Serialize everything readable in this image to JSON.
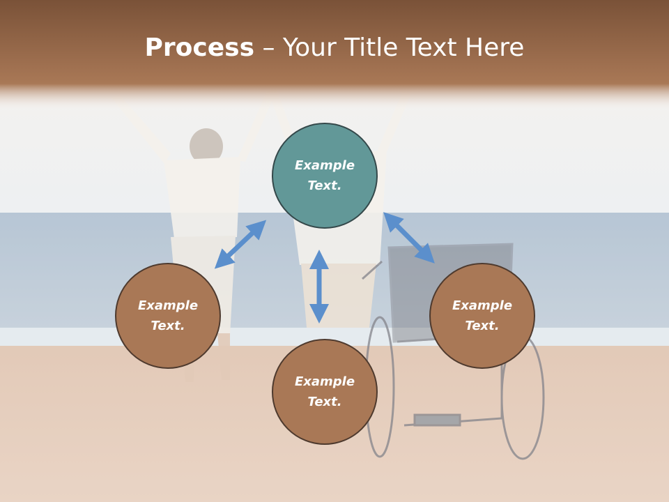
{
  "slide": {
    "title_bold": "Process",
    "title_rest": " – Your Title Text Here"
  },
  "nodes": {
    "top": {
      "line1": "Example",
      "line2": "Text."
    },
    "left": {
      "line1": "Example",
      "line2": "Text."
    },
    "right": {
      "line1": "Example",
      "line2": "Text."
    },
    "bottom": {
      "line1": "Example",
      "line2": "Text."
    }
  },
  "colors": {
    "header": "#a97856",
    "node_fill": "#a97856",
    "node_center_fill": "#629898",
    "arrow": "#5b8fcc"
  },
  "background_image": "two people with raised arms on a beach next to an empty wheelchair"
}
